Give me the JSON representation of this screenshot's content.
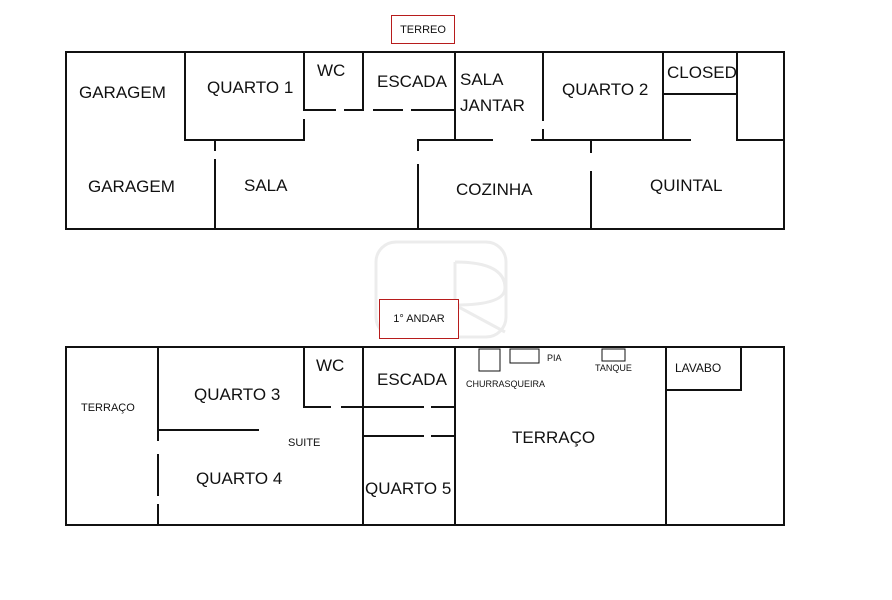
{
  "floors": {
    "ground": {
      "title": "TERREO",
      "rooms": {
        "garagem_1": "GARAGEM",
        "garagem_2": "GARAGEM",
        "quarto_1": "QUARTO 1",
        "wc": "WC",
        "escada": "ESCADA",
        "sala_jantar_line1": "SALA",
        "sala_jantar_line2": "JANTAR",
        "quarto_2": "QUARTO 2",
        "closed": "CLOSED",
        "sala": "SALA",
        "cozinha": "COZINHA",
        "quintal": "QUINTAL"
      }
    },
    "first": {
      "title": "1° ANDAR",
      "rooms": {
        "terraco_left": "TERRAÇO",
        "quarto_3": "QUARTO 3",
        "wc": "WC",
        "escada": "ESCADA",
        "churrasqueira": "CHURRASQUEIRA",
        "pia": "PIA",
        "tanque": "TANQUE",
        "lavabo": "LAVABO",
        "suite": "SUITE",
        "terraco_main": "TERRAÇO",
        "quarto_4": "QUARTO 4",
        "quarto_5": "QUARTO 5"
      }
    }
  }
}
